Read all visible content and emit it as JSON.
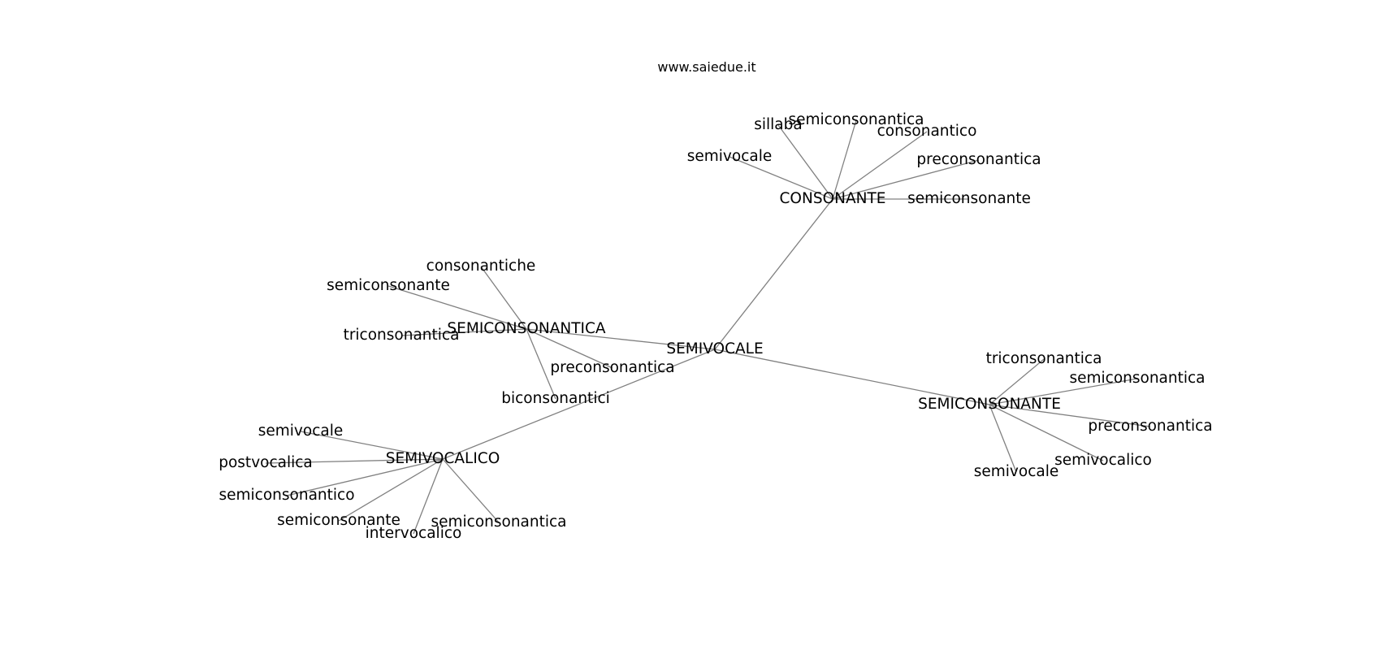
{
  "header": {
    "site": "www.saiedue.it"
  },
  "colors": {
    "edge": "#808080",
    "text": "#000000",
    "background": "#ffffff"
  },
  "graph": {
    "nodes": [
      {
        "id": "semivocale_hub",
        "label": "SEMIVOCALE"
      },
      {
        "id": "consonante_hub",
        "label": "CONSONANTE"
      },
      {
        "id": "semiconsonantica_hub",
        "label": "SEMICONSONANTICA"
      },
      {
        "id": "semiconsonante_hub",
        "label": "SEMICONSONANTE"
      },
      {
        "id": "semivocalico_hub",
        "label": "SEMIVOCALICO"
      },
      {
        "id": "c_sillaba",
        "label": "sillaba"
      },
      {
        "id": "c_semiconsonantica",
        "label": "semiconsonantica"
      },
      {
        "id": "c_consonantico",
        "label": "consonantico"
      },
      {
        "id": "c_semivocale",
        "label": "semivocale"
      },
      {
        "id": "c_preconsonantica",
        "label": "preconsonantica"
      },
      {
        "id": "c_semiconsonante",
        "label": "semiconsonante"
      },
      {
        "id": "sc_consonantiche",
        "label": "consonantiche"
      },
      {
        "id": "sc_semiconsonante",
        "label": "semiconsonante"
      },
      {
        "id": "sc_triconsonantica",
        "label": "triconsonantica"
      },
      {
        "id": "sc_preconsonantica",
        "label": "preconsonantica"
      },
      {
        "id": "sc_biconsonantici",
        "label": "biconsonantici"
      },
      {
        "id": "sn_triconsonantica",
        "label": "triconsonantica"
      },
      {
        "id": "sn_semiconsonantica",
        "label": "semiconsonantica"
      },
      {
        "id": "sn_preconsonantica",
        "label": "preconsonantica"
      },
      {
        "id": "sn_semivocalico",
        "label": "semivocalico"
      },
      {
        "id": "sn_semivocale",
        "label": "semivocale"
      },
      {
        "id": "sv_semivocale",
        "label": "semivocale"
      },
      {
        "id": "sv_postvocalica",
        "label": "postvocalica"
      },
      {
        "id": "sv_semiconsonantico",
        "label": "semiconsonantico"
      },
      {
        "id": "sv_semiconsonante",
        "label": "semiconsonante"
      },
      {
        "id": "sv_intervocalico",
        "label": "intervocalico"
      },
      {
        "id": "sv_semiconsonantica",
        "label": "semiconsonantica"
      }
    ],
    "edges": [
      [
        "semivocale_hub",
        "consonante_hub"
      ],
      [
        "semivocale_hub",
        "semiconsonantica_hub"
      ],
      [
        "semivocale_hub",
        "semiconsonante_hub"
      ],
      [
        "semivocale_hub",
        "semivocalico_hub"
      ],
      [
        "consonante_hub",
        "c_sillaba"
      ],
      [
        "consonante_hub",
        "c_semiconsonantica"
      ],
      [
        "consonante_hub",
        "c_consonantico"
      ],
      [
        "consonante_hub",
        "c_semivocale"
      ],
      [
        "consonante_hub",
        "c_preconsonantica"
      ],
      [
        "consonante_hub",
        "c_semiconsonante"
      ],
      [
        "semiconsonantica_hub",
        "sc_consonantiche"
      ],
      [
        "semiconsonantica_hub",
        "sc_semiconsonante"
      ],
      [
        "semiconsonantica_hub",
        "sc_triconsonantica"
      ],
      [
        "semiconsonantica_hub",
        "sc_preconsonantica"
      ],
      [
        "semiconsonantica_hub",
        "sc_biconsonantici"
      ],
      [
        "semiconsonante_hub",
        "sn_triconsonantica"
      ],
      [
        "semiconsonante_hub",
        "sn_semiconsonantica"
      ],
      [
        "semiconsonante_hub",
        "sn_preconsonantica"
      ],
      [
        "semiconsonante_hub",
        "sn_semivocalico"
      ],
      [
        "semiconsonante_hub",
        "sn_semivocale"
      ],
      [
        "semivocalico_hub",
        "sv_semivocale"
      ],
      [
        "semivocalico_hub",
        "sv_postvocalica"
      ],
      [
        "semivocalico_hub",
        "sv_semiconsonantico"
      ],
      [
        "semivocalico_hub",
        "sv_semiconsonante"
      ],
      [
        "semivocalico_hub",
        "sv_intervocalico"
      ],
      [
        "semivocalico_hub",
        "sv_semiconsonantica"
      ]
    ]
  }
}
